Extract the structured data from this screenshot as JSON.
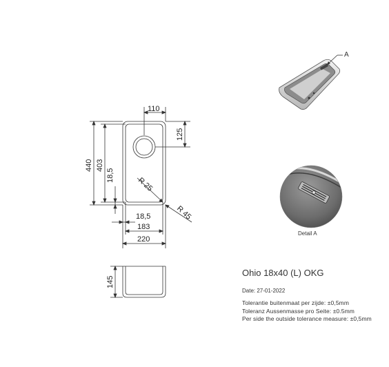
{
  "dimensions": {
    "d110": "110",
    "d125": "125",
    "d440": "440",
    "d403": "403",
    "d18_5_v": "18,5",
    "r25": "R 25",
    "r45": "R 45",
    "d18_5_h": "18,5",
    "d183": "183",
    "d220": "220",
    "d145": "145"
  },
  "detail": {
    "marker": "A",
    "caption": "Detail A"
  },
  "info": {
    "title": "Ohio 18x40 (L) OKG",
    "date": "Date: 27-01-2022",
    "tolerances": [
      "Tolerantie buitenmaat per zijde: ±0,5mm",
      "Toleranz Aussenmasse pro Seite: ±0.5mm",
      "Per side the outside tolerance measure: ±0,5mm"
    ]
  },
  "colors": {
    "line": "#333333",
    "steel_light": "#e6e6e6",
    "steel_dark": "#7a7a7a"
  }
}
